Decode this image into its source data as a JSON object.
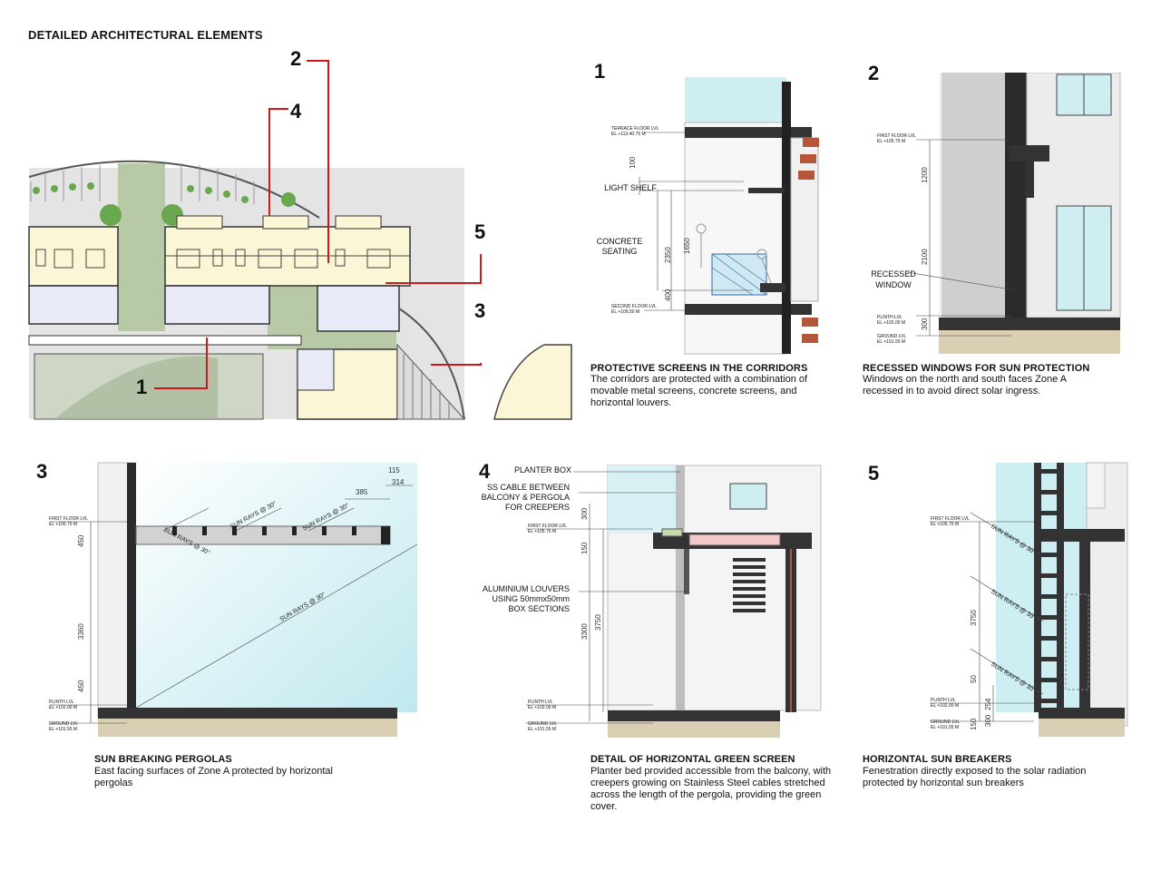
{
  "page": {
    "heading": "DETAILED ARCHITECTURAL ELEMENTS"
  },
  "plan": {
    "callouts": [
      {
        "num": "2"
      },
      {
        "num": "4"
      },
      {
        "num": "5"
      },
      {
        "num": "3"
      },
      {
        "num": "1"
      }
    ]
  },
  "details": [
    {
      "num": "1",
      "title": "PROTECTIVE SCREENS IN THE CORRIDORS",
      "body": "The corridors are protected with a combination of movable metal screens, concrete screens, and horizontal louvers.",
      "labels": {
        "light_shelf": "LIGHT SHELF",
        "seating": "CONCRETE SEATING"
      },
      "levels": {
        "terrace": "TERRACE FLOOR LVL",
        "terrace_el": "EL +113.40.75 M",
        "second": "SECOND FLOOR LVL",
        "second_el": "EL +109.50 M"
      },
      "dims": [
        "100",
        "2350",
        "1650",
        "400"
      ]
    },
    {
      "num": "2",
      "title": "RECESSED WINDOWS FOR SUN PROTECTION",
      "body": "Windows on the north and south faces Zone A recessed in to avoid direct solar ingress.",
      "labels": {
        "recessed": "RECESSED WINDOW"
      },
      "levels": {
        "first": "FIRST FLOOR LVL",
        "first_el": "EL +105.75 M",
        "plinth": "PLINTH LVL",
        "plinth_el": "EL +102.00 M",
        "ground": "GROUND LVL",
        "ground_el": "EL +101.55 M"
      },
      "dims": [
        "1200",
        "2100",
        "300"
      ]
    },
    {
      "num": "3",
      "title": "SUN BREAKING PERGOLAS",
      "body": "East facing surfaces of Zone A protected by horizontal pergolas",
      "rays": "SUN RAYS @ 30°",
      "levels": {
        "first": "FIRST FLOOR LVL",
        "first_el": "EL +105.75 M",
        "plinth": "PLINTH LVL",
        "plinth_el": "EL +102.00 M",
        "ground": "GROUND LVL",
        "ground_el": "EL +101.55 M"
      },
      "dims": [
        "450",
        "3360",
        "450",
        "385",
        "115",
        "314"
      ]
    },
    {
      "num": "4",
      "title": "DETAIL OF HORIZONTAL GREEN SCREEN",
      "body": "Planter bed provided accessible from the balcony, with creepers growing on Stainless Steel cables stretched across the length of the pergola, providing the green cover.",
      "labels": {
        "planter": "PLANTER BOX",
        "cable": [
          "SS CABLE BETWEEN",
          "BALCONY & PERGOLA",
          "FOR CREEPERS"
        ],
        "louvers": [
          "ALUMINIUM LOUVERS",
          "USING 50mmx50mm",
          "BOX SECTIONS"
        ]
      },
      "levels": {
        "first": "FIRST FLOOR LVL",
        "first_el": "EL +105.75 M",
        "plinth": "PLINTH LVL",
        "plinth_el": "EL +102.00 M",
        "ground": "GROUND LVL",
        "ground_el": "EL +101.55 M"
      },
      "dims": [
        "300",
        "150",
        "3750",
        "3300"
      ]
    },
    {
      "num": "5",
      "title": "HORIZONTAL SUN BREAKERS",
      "body": "Fenestration directly exposed to the solar radiation protected by horizontal sun breakers",
      "rays": "SUN RAYS @ 30°",
      "levels": {
        "first": "FIRST FLOOR LVL",
        "first_el": "EL +105.75 M",
        "plinth": "PLINTH LVL",
        "plinth_el": "EL +102.00 M",
        "ground": "GROUND LVL",
        "ground_el": "EL +101.55 M"
      },
      "dims": [
        "3750",
        "50",
        "254",
        "300",
        "150"
      ]
    }
  ]
}
